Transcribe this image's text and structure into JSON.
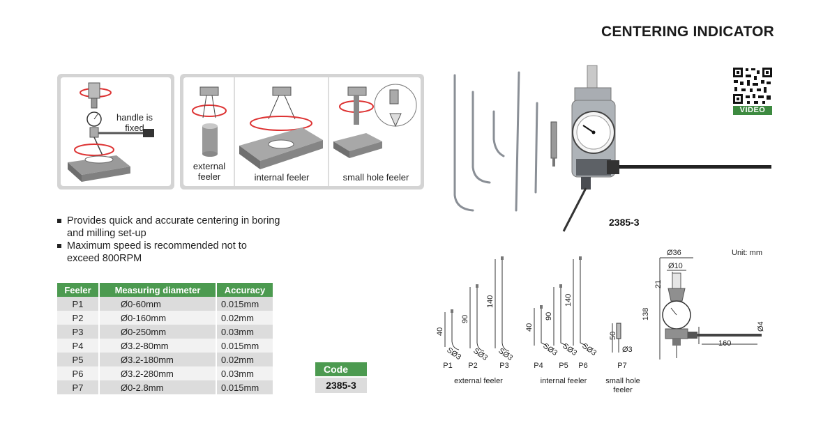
{
  "title": "CENTERING INDICATOR",
  "panels": {
    "handle_text": "handle is fixed",
    "external_feeler": "external feeler",
    "internal_feeler": "internal feeler",
    "small_hole_feeler": "small hole feeler"
  },
  "bullets": [
    "Provides quick and accurate centering in boring and milling set-up",
    "Maximum speed is recommended not to exceed 800RPM"
  ],
  "table": {
    "headers": [
      "Feeler",
      "Measuring diameter",
      "Accuracy"
    ],
    "rows": [
      [
        "P1",
        "Ø0-60mm",
        "0.015mm"
      ],
      [
        "P2",
        "Ø0-160mm",
        "0.02mm"
      ],
      [
        "P3",
        "Ø0-250mm",
        "0.03mm"
      ],
      [
        "P4",
        "Ø3.2-80mm",
        "0.015mm"
      ],
      [
        "P5",
        "Ø3.2-180mm",
        "0.02mm"
      ],
      [
        "P6",
        "Ø3.2-280mm",
        "0.03mm"
      ],
      [
        "P7",
        "Ø0-2.8mm",
        "0.015mm"
      ]
    ]
  },
  "code": {
    "label": "Code",
    "value": "2385-3"
  },
  "product_code": "2385-3",
  "qr_label": "VIDEO",
  "unit": "Unit: mm",
  "feelers": {
    "labels": [
      "P1",
      "P2",
      "P3",
      "P4",
      "P5",
      "P6",
      "P7"
    ],
    "lengths": [
      "40",
      "90",
      "140",
      "40",
      "90",
      "140",
      "50"
    ],
    "tip": "SØ3",
    "p7_tip": "Ø3",
    "group_external": "external feeler",
    "group_internal": "internal feeler",
    "group_small_hole": "small hole feeler"
  },
  "dimensions": {
    "d36": "Ø36",
    "d10": "Ø10",
    "h21": "21",
    "h138": "138",
    "l160": "160",
    "d4": "Ø4"
  },
  "colors": {
    "accent_green": "#4c9a50",
    "panel_grey": "#d4d4d4",
    "row_grey": "#dcdcdc"
  }
}
